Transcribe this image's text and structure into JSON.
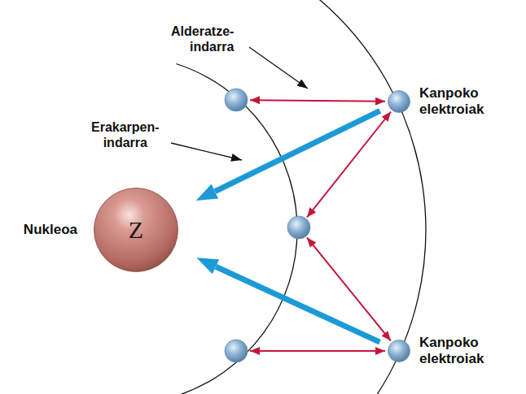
{
  "diagram": {
    "nodes": [
      {
        "text": [
          "Nukleoa",
          "Z"
        ]
      },
      {
        "text": [
          "Kanpoko elektroiak"
        ]
      },
      {
        "text": [
          "Kanpoko elektroiak"
        ]
      }
    ],
    "edges": [
      {
        "from": 1,
        "to": 0,
        "arrow": "to"
      },
      {
        "from": 2,
        "to": 0,
        "arrow": "to"
      }
    ],
    "labels": [
      "Alderatze-indarra",
      "Erakarpen-indarra"
    ]
  }
}
